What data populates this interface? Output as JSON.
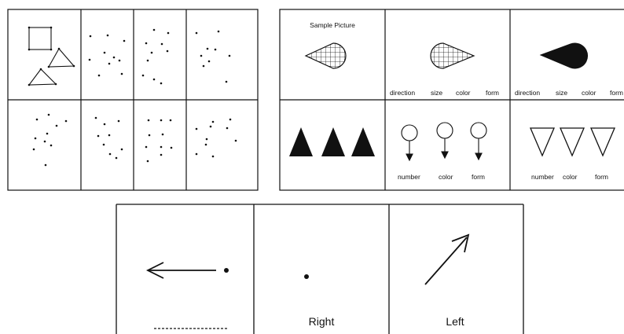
{
  "panel_b": {
    "sample_title": "Sample Picture",
    "row1": {
      "cell2_labels": [
        "direction",
        "size",
        "color",
        "form"
      ],
      "cell3_labels": [
        "direction",
        "size",
        "color",
        "form"
      ]
    },
    "row2": {
      "cell2_labels": [
        "number",
        "color",
        "form"
      ],
      "cell3_labels": [
        "number",
        "color",
        "form"
      ]
    }
  },
  "panel_c": {
    "cell2_label": "Right",
    "cell3_label": "Left"
  }
}
